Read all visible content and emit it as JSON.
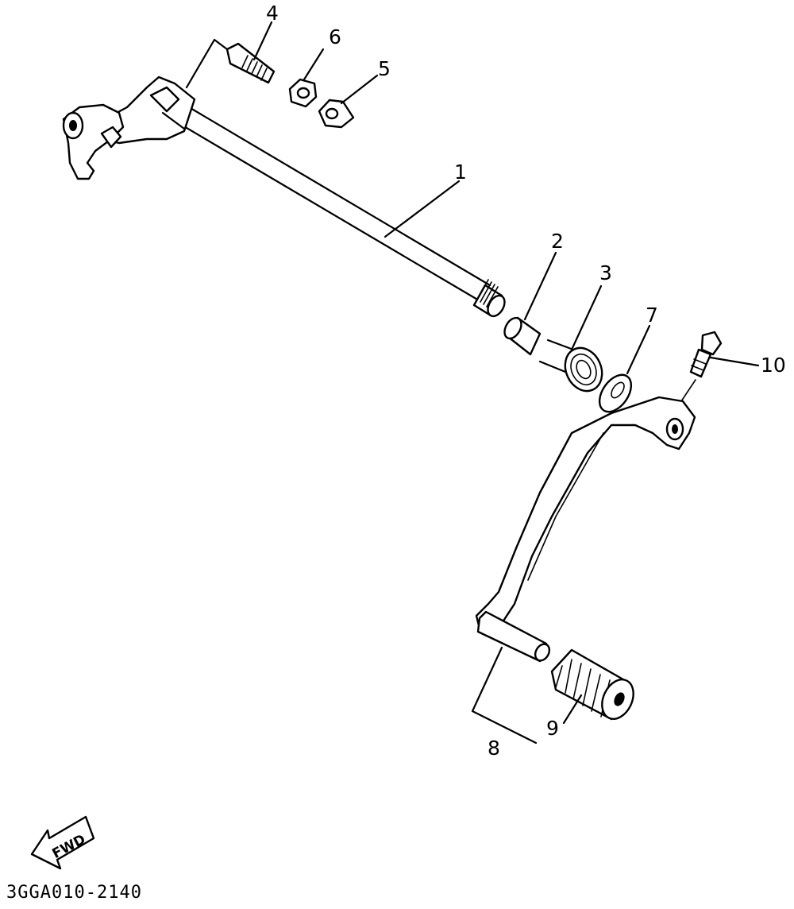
{
  "callouts": {
    "c1": "1",
    "c2": "2",
    "c3": "3",
    "c4": "4",
    "c5": "5",
    "c6": "6",
    "c7": "7",
    "c8": "8",
    "c9": "9",
    "c10": "10"
  },
  "direction_label": "FWD",
  "diagram_code": "3GGA010-2140"
}
